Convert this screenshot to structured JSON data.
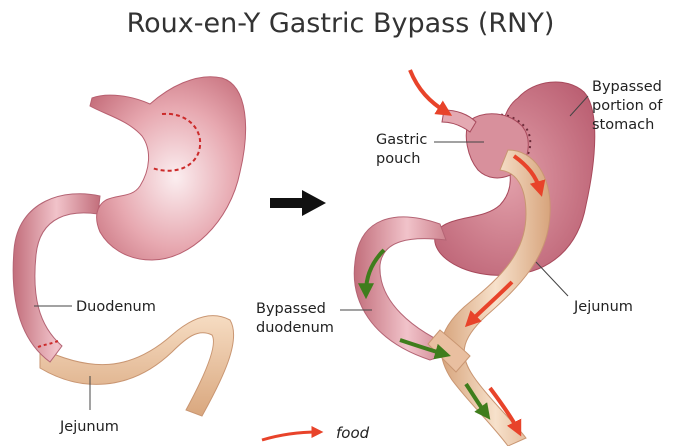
{
  "title": "Roux-en-Y Gastric Bypass (RNY)",
  "labels": {
    "duodenum": "Duodenum",
    "jejunum_left": "Jejunum",
    "gastric_pouch_1": "Gastric",
    "gastric_pouch_2": "pouch",
    "bypassed_stomach_1": "Bypassed",
    "bypassed_stomach_2": "portion of",
    "bypassed_stomach_3": "stomach",
    "bypassed_duodenum_1": "Bypassed",
    "bypassed_duodenum_2": "duodenum",
    "jejunum_right": "Jejunum"
  },
  "legend": {
    "food": "food"
  },
  "colors": {
    "stomach": "#d98a94",
    "stomach_light": "#f4d6da",
    "intestine": "#ecc8a6",
    "food_arrow": "#e8432a",
    "bile_arrow": "#3f7d1c",
    "transition_arrow": "#111111"
  }
}
